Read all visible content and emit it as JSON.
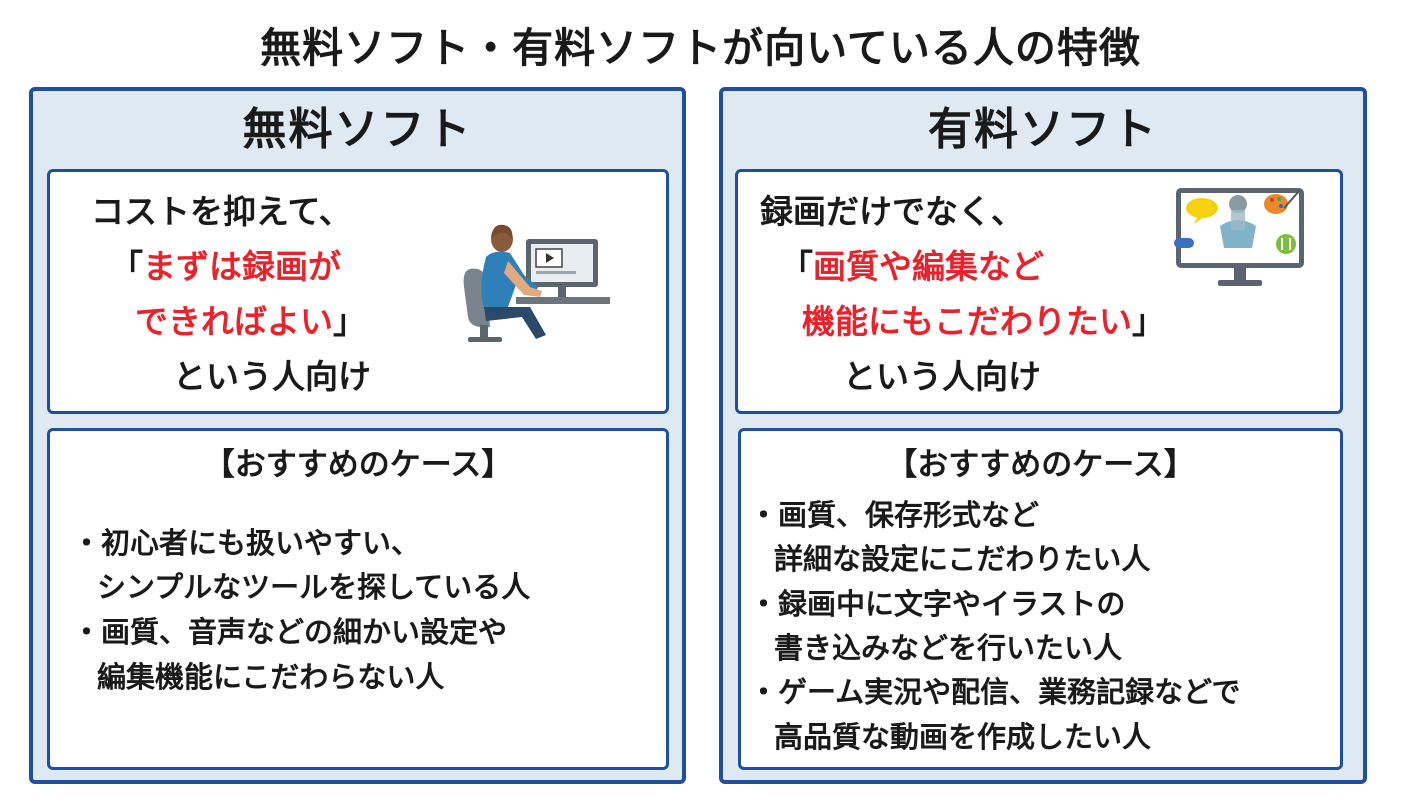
{
  "title": "無料ソフト・有料ソフトが向いている人の特徴",
  "free": {
    "heading": "無料ソフト",
    "lines": [
      {
        "a": "コストを抑えて、",
        "b": "",
        "c": ""
      },
      {
        "a": "「",
        "b": "まずは録画が",
        "c": ""
      },
      {
        "a": "",
        "b": "できればよい",
        "c": "」"
      },
      {
        "a": "という人向け",
        "b": "",
        "c": ""
      }
    ],
    "cases_heading": "【おすすめのケース】",
    "cases": [
      "・初心者にも扱いやすい、",
      "シンプルなツールを探している人",
      "・画質、音声などの細かい設定や",
      "編集機能にこだわらない人"
    ]
  },
  "paid": {
    "heading": "有料ソフト",
    "lines": [
      {
        "a": "録画だけでなく、",
        "b": "",
        "c": ""
      },
      {
        "a": "「",
        "b": "画質や編集など",
        "c": ""
      },
      {
        "a": "",
        "b": "機能にもこだわりたい",
        "c": "」"
      },
      {
        "a": "という人向け",
        "b": "",
        "c": ""
      }
    ],
    "cases_heading": "【おすすめのケース】",
    "cases": [
      "・画質、保存形式など",
      "詳細な設定にこだわりたい人",
      "・録画中に文字やイラストの",
      "書き込みなどを行いたい人",
      "・ゲーム実況や配信、業務記録などで",
      "高品質な動画を作成したい人"
    ]
  },
  "icons": {
    "free_illustration": "person-at-computer-icon",
    "paid_illustration": "creative-monitor-icon"
  },
  "colors": {
    "accent_border": "#1f4fa0",
    "panel_bg": "#dfe9f1",
    "highlight_red": "#e8232b"
  }
}
